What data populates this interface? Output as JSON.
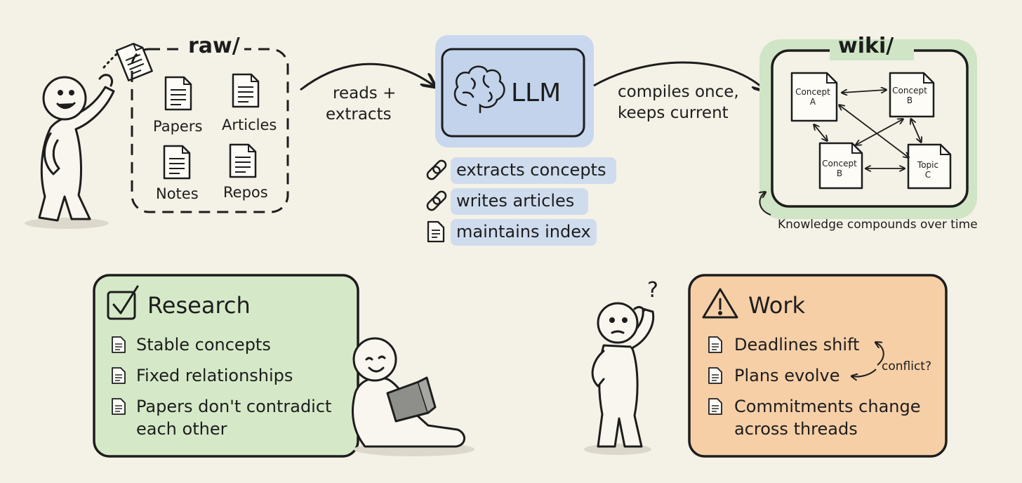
{
  "raw": {
    "title": "raw/",
    "items": [
      "Papers",
      "Articles",
      "Notes",
      "Repos"
    ]
  },
  "arrow_in": {
    "line1": "reads +",
    "line2": "extracts"
  },
  "llm": {
    "title": "LLM",
    "actions": [
      "extracts concepts",
      "writes articles",
      "maintains index"
    ]
  },
  "arrow_out": {
    "line1": "compiles once,",
    "line2": "keeps current"
  },
  "wiki": {
    "title": "wiki/",
    "nodes": [
      {
        "line1": "Concept",
        "line2": "A"
      },
      {
        "line1": "Concept",
        "line2": "B"
      },
      {
        "line1": "Concept",
        "line2": "B"
      },
      {
        "line1": "Topic",
        "line2": "C"
      }
    ],
    "caption": "Knowledge compounds over time"
  },
  "research": {
    "title": "Research",
    "items": [
      "Stable concepts",
      "Fixed relationships",
      "Papers don't contradict",
      "each other"
    ]
  },
  "work": {
    "title": "Work",
    "items": [
      "Deadlines shift",
      "Plans evolve",
      "Commitments change",
      "across threads"
    ],
    "conflict": "conflict?",
    "question": "?"
  },
  "colors": {
    "background": "#f4f1e6",
    "llm_fill": "#c9d8ee",
    "wiki_glow": "#cfe5c5",
    "research_fill": "#d5e9c8",
    "work_fill": "#f6cfa7",
    "ink": "#1d1d1d"
  },
  "icons": [
    "document-icon",
    "brain-icon",
    "link-icon",
    "checkbox-icon",
    "warning-icon",
    "stick-figure-icon"
  ]
}
